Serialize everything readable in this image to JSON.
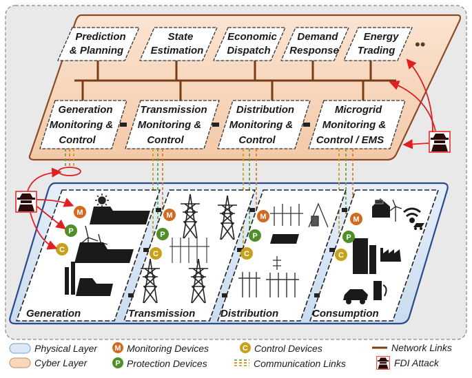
{
  "cyber": {
    "apps": [
      {
        "line1": "Prediction",
        "line2": "& Planning"
      },
      {
        "line1": "State",
        "line2": "Estimation"
      },
      {
        "line1": "Economic",
        "line2": "Dispatch"
      },
      {
        "line1": "Demand",
        "line2": "Response"
      },
      {
        "line1": "Energy",
        "line2": "Trading"
      }
    ],
    "ellipsis": "••",
    "monitors": [
      {
        "line1": "Generation",
        "line2": "Monitoring &",
        "line3": "Control"
      },
      {
        "line1": "Transmission",
        "line2": "Monitoring &",
        "line3": "Control"
      },
      {
        "line1": "Distribution",
        "line2": "Monitoring &",
        "line3": "Control"
      },
      {
        "line1": "Microgrid",
        "line2": "Monitoring &",
        "line3": "Control / EMS"
      }
    ]
  },
  "physical": {
    "sections": [
      "Generation",
      "Transmission",
      "Distribution",
      "Consumption"
    ]
  },
  "badges": {
    "monitoring": "M",
    "protection": "P",
    "control": "C"
  },
  "legend": {
    "physical_layer": "Physical Layer",
    "cyber_layer": "Cyber Layer",
    "monitoring_devices": "Monitoring Devices",
    "protection_devices": "Protection Devices",
    "control_devices": "Control Devices",
    "communication_links": "Communication Links",
    "network_links": "Network Links",
    "fdi_attack": "FDI Attack"
  },
  "colors": {
    "cyber_fill": "#f8d7bd",
    "cyber_stroke": "#8b4a24",
    "physical_fill": "#dbe8f6",
    "physical_stroke": "#2a4a8c",
    "network_link": "#7a3c14",
    "monitoring_badge": "#d2691e",
    "protection_badge": "#4f8f2a",
    "control_badge": "#c9a01c",
    "attack": "#e02020",
    "comm_green": "#6aa33a",
    "comm_orange": "#e07a20"
  }
}
